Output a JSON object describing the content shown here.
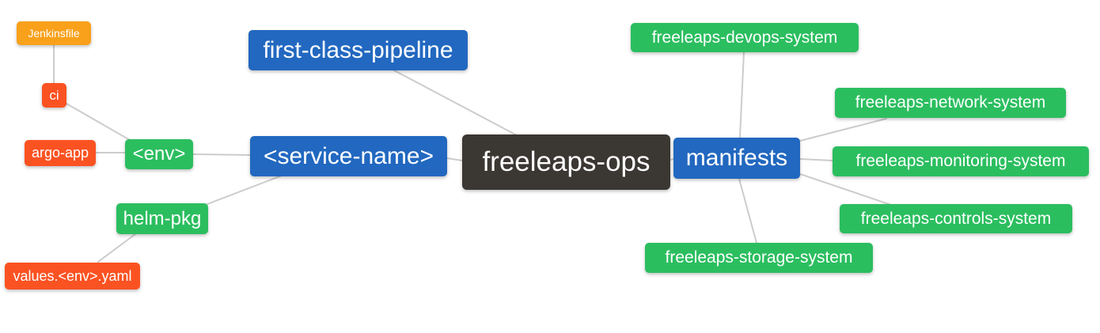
{
  "title": "freeleaps-ops mind map",
  "colors": {
    "root": "#3b3733",
    "blue": "#2268c0",
    "green": "#2bbe5f",
    "red": "#fb5222",
    "orange": "#f9a11b",
    "edge": "#cccccc",
    "background": "#ffffff",
    "text": "#ffffff"
  },
  "nodes": {
    "freeleaps_ops": {
      "label": "freeleaps-ops",
      "color": "root"
    },
    "first_class_pipeline": {
      "label": "first-class-pipeline",
      "color": "blue"
    },
    "service_name": {
      "label": "<service-name>",
      "color": "blue"
    },
    "manifests": {
      "label": "manifests",
      "color": "blue"
    },
    "env": {
      "label": "<env>",
      "color": "green"
    },
    "helm_pkg": {
      "label": "helm-pkg",
      "color": "green"
    },
    "ci": {
      "label": "ci",
      "color": "red"
    },
    "argo_app": {
      "label": "argo-app",
      "color": "red"
    },
    "values_env_yaml": {
      "label": "values.<env>.yaml",
      "color": "red"
    },
    "jenkinsfile": {
      "label": "Jenkinsfile",
      "color": "orange"
    },
    "devops_system": {
      "label": "freeleaps-devops-system",
      "color": "green"
    },
    "network_system": {
      "label": "freeleaps-network-system",
      "color": "green"
    },
    "monitoring_system": {
      "label": "freeleaps-monitoring-system",
      "color": "green"
    },
    "controls_system": {
      "label": "freeleaps-controls-system",
      "color": "green"
    },
    "storage_system": {
      "label": "freeleaps-storage-system",
      "color": "green"
    }
  }
}
